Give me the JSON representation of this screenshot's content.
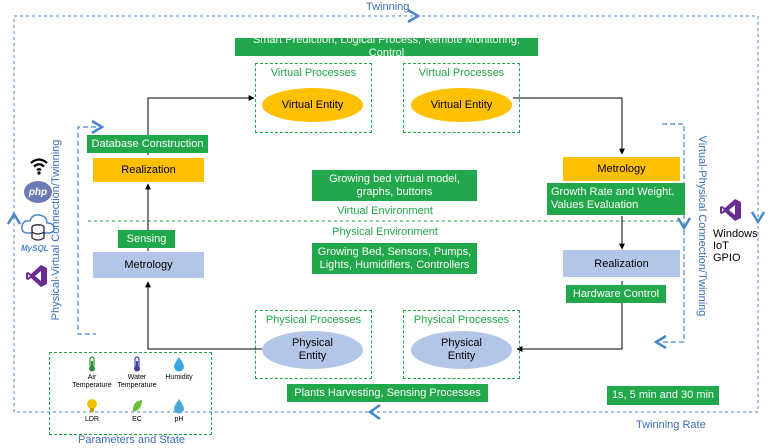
{
  "twinning_label": "Twinning",
  "twinning_rate_label": "Twinning Rate",
  "top_bar": "Smart Prediction, Logical Process, Remote Monitoring, Control",
  "virtual_processes": [
    {
      "label": "Virtual Processes",
      "entity": "Virtual Entity"
    },
    {
      "label": "Virtual Processes",
      "entity": "Virtual Entity"
    }
  ],
  "physical_processes": [
    {
      "label": "Physical Processes",
      "entity": "Physical\nEntity"
    },
    {
      "label": "Physical Processes",
      "entity": "Physical\nEntity"
    }
  ],
  "left": {
    "database_construction": "Database Construction",
    "realization": "Realization",
    "sensing": "Sensing",
    "metrology": "Metrology"
  },
  "right": {
    "metrology": "Metrology",
    "growth_rate": "Growth Rate and Weight.\nValues Evaluation",
    "realization": "Realization",
    "hardware_control": "Hardware Control"
  },
  "center": {
    "virtual_model": "Growing bed virtual model,\ngraphs, buttons",
    "virtual_environment": "Virtual Environment",
    "physical_environment": "Physical Environment",
    "physical_components": "Growing Bed, Sensors, Pumps,\nLights, Humidifiers, Controllers"
  },
  "bottom_bar": "Plants Harvesting, Sensing Processes",
  "rate_box": "1s, 5 min and 30 min",
  "left_vertical": "Physical-Virtual Connection/Twinning",
  "right_vertical": "Virtual-Physical Connection/Twinning",
  "windows_iot": [
    "Windows",
    "IoT",
    "GPIO"
  ],
  "left_icons": {
    "php": "php",
    "mysql": "MySQL"
  },
  "parameters_title": "Parameters and State",
  "parameters": [
    {
      "name": "Air\nTemperature",
      "icon": "thermometer-green"
    },
    {
      "name": "Water\nTemperature",
      "icon": "thermometer-blue"
    },
    {
      "name": "Humidity",
      "icon": "droplet"
    },
    {
      "name": "LDR",
      "icon": "bulb"
    },
    {
      "name": "EC",
      "icon": "leaf"
    },
    {
      "name": "pH",
      "icon": "ph-drop"
    }
  ],
  "colors": {
    "green": "#21a84a",
    "yellow": "#ffc000",
    "light_blue": "#b4c6e7",
    "blue_text": "#3c6fb4",
    "dash_blue": "#4a86c8"
  }
}
